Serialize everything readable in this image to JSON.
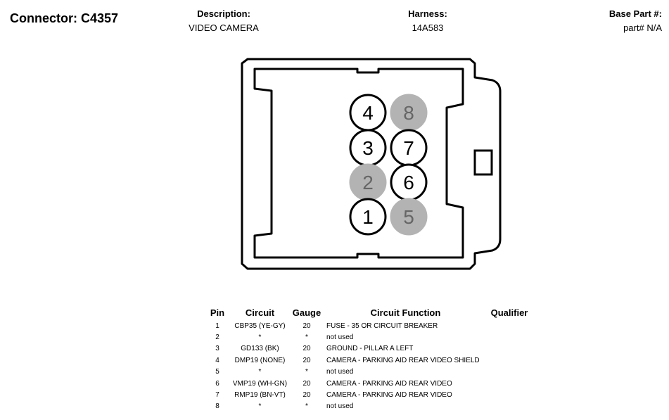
{
  "connector": {
    "title": "Connector: C4357",
    "description_label": "Description:",
    "description": "VIDEO CAMERA",
    "harness_label": "Harness:",
    "harness": "14A583",
    "base_part_label": "Base Part #:",
    "base_part": "part# N/A"
  },
  "diagram": {
    "pins": [
      {
        "label": "4",
        "used": true
      },
      {
        "label": "8",
        "used": false
      },
      {
        "label": "3",
        "used": true
      },
      {
        "label": "7",
        "used": true
      },
      {
        "label": "2",
        "used": false
      },
      {
        "label": "6",
        "used": true
      },
      {
        "label": "1",
        "used": true
      },
      {
        "label": "5",
        "used": false
      }
    ],
    "unused_color": "#b3b3b3"
  },
  "table": {
    "headers": {
      "pin": "Pin",
      "circuit": "Circuit",
      "gauge": "Gauge",
      "function": "Circuit Function",
      "qualifier": "Qualifier"
    },
    "rows": [
      {
        "pin": "1",
        "circuit": "CBP35 (YE-GY)",
        "gauge": "20",
        "function": "FUSE - 35 OR CIRCUIT BREAKER",
        "qualifier": ""
      },
      {
        "pin": "2",
        "circuit": "*",
        "gauge": "*",
        "function": "not used",
        "qualifier": ""
      },
      {
        "pin": "3",
        "circuit": "GD133 (BK)",
        "gauge": "20",
        "function": "GROUND - PILLAR A LEFT",
        "qualifier": ""
      },
      {
        "pin": "4",
        "circuit": "DMP19 (NONE)",
        "gauge": "20",
        "function": "CAMERA - PARKING AID REAR VIDEO SHIELD",
        "qualifier": ""
      },
      {
        "pin": "5",
        "circuit": "*",
        "gauge": "*",
        "function": "not used",
        "qualifier": ""
      },
      {
        "pin": "6",
        "circuit": "VMP19 (WH-GN)",
        "gauge": "20",
        "function": "CAMERA - PARKING AID REAR VIDEO",
        "qualifier": ""
      },
      {
        "pin": "7",
        "circuit": "RMP19 (BN-VT)",
        "gauge": "20",
        "function": "CAMERA - PARKING AID REAR VIDEO",
        "qualifier": ""
      },
      {
        "pin": "8",
        "circuit": "*",
        "gauge": "*",
        "function": "not used",
        "qualifier": ""
      }
    ]
  }
}
